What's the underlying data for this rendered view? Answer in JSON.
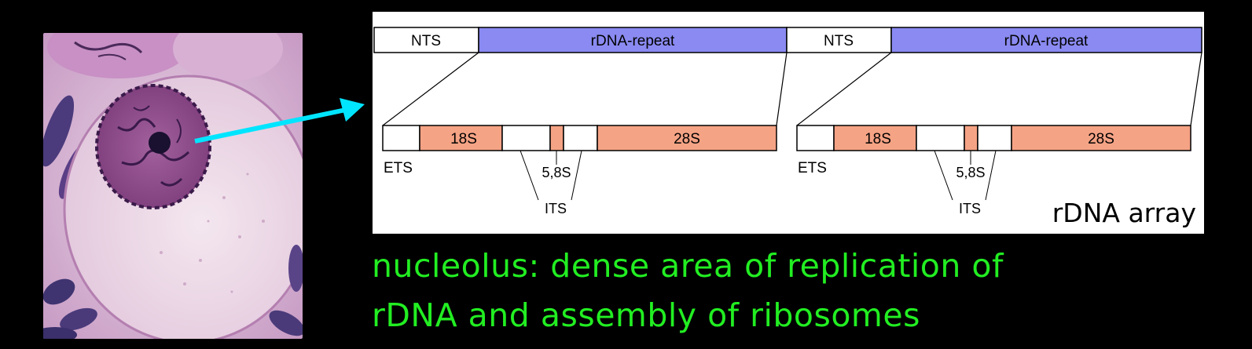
{
  "diagram": {
    "repeat_units": [
      {
        "nts_label": "NTS",
        "rdna_label": "rDNA-repeat",
        "ets_label": "ETS",
        "s18_label": "18S",
        "s58_label": "5,8S",
        "s28_label": "28S",
        "its_label": "ITS"
      },
      {
        "nts_label": "NTS",
        "rdna_label": "rDNA-repeat",
        "ets_label": "ETS",
        "s18_label": "18S",
        "s58_label": "5,8S",
        "s28_label": "28S",
        "its_label": "ITS"
      }
    ],
    "array_label": "rDNA array",
    "colors": {
      "rdna_repeat": "#8a8af2",
      "rrna_gene": "#f5a385",
      "arrow": "#00e5ff",
      "caption": "#22ee22"
    }
  },
  "caption": {
    "line1": "nucleolus: dense area of replication of",
    "line2": "rDNA and assembly of ribosomes"
  }
}
